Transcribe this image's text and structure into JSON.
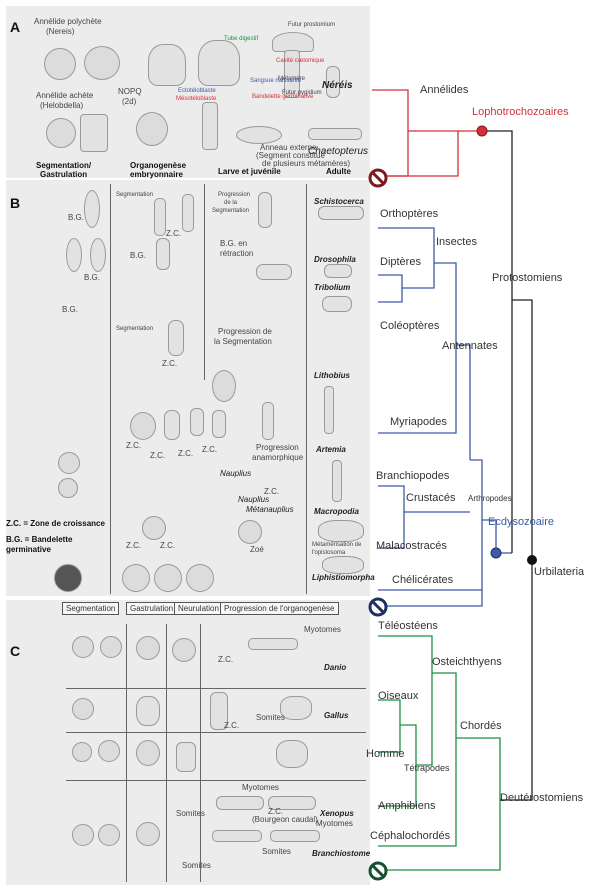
{
  "panels": {
    "A": {
      "letter": "A",
      "species": [
        "Annélide polychète",
        "(Nereis)",
        "Annélide achète",
        "(Helobdella)"
      ],
      "annotations": [
        "Tube digestif",
        "Futur prostomium",
        "Cavité cœlomique",
        "Métamère",
        "Futur pygidium",
        "Ectotéloblaste",
        "Mésotéloblaste",
        "Sangsue naissante",
        "Bandelette germinative",
        "NOPQ",
        "(2d)",
        "Anneau externe",
        "(Segment constitué",
        "de plusieurs métamères)"
      ],
      "genera": [
        "Néréis",
        "Chaetopterus"
      ],
      "stages": [
        "Segmentation/",
        "Gastrulation",
        "Organogenèse",
        "embryonnaire",
        "Larve et juvénile",
        "Adulte"
      ]
    },
    "B": {
      "letter": "B",
      "annotations": [
        "B.G.",
        "B.G.",
        "B.G.",
        "Segmentation",
        "Z.C.",
        "B.G.",
        "B.G. en",
        "rétraction",
        "Progression",
        "de la",
        "Segmentation",
        "Segmentation",
        "Progression de",
        "la Segmentation",
        "Z.C.",
        "Z.C.",
        "Z.C.",
        "Z.C.",
        "Z.C.",
        "Progression",
        "anamorphique",
        "Nauplius",
        "Z.C.",
        "Nauplius",
        "Métanauplius",
        "Z.C.",
        "Z.C.",
        "Zoé",
        "Métamérisation de",
        "l'opistosoma"
      ],
      "genera": [
        "Schistocerca",
        "Drosophila",
        "Tribolium",
        "Lithobius",
        "Artemia",
        "Macropodia",
        "Liphistiomorpha"
      ],
      "legend": [
        "Z.C. = Zone de croissance",
        "B.G. = Bandelette",
        "germinative"
      ]
    },
    "C": {
      "letter": "C",
      "stages": [
        "Segmentation",
        "Gastrulation",
        "Neurulation",
        "Progression de l'organogenèse"
      ],
      "annotations": [
        "Myotomes",
        "Z.C.",
        "Z.C.",
        "Somites",
        "Somites",
        "Myotomes",
        "Z.C.",
        "(Bourgeon caudal)",
        "Somites",
        "Myotomes",
        "Somites"
      ],
      "genera": [
        "Danio",
        "Gallus",
        "Xenopus",
        "Branchiostome"
      ]
    }
  },
  "tree": {
    "leaves": {
      "annelides": "Annélides",
      "orthopteres": "Orthoptères",
      "dipteres": "Diptères",
      "coleopteres": "Coléoptères",
      "myriapodes": "Myriapodes",
      "branchiopodes": "Branchiopodes",
      "malacostraces": "Malacostracés",
      "chelicerates": "Chélicérates",
      "teleosteens": "Téléostéens",
      "oiseaux": "Oiseaux",
      "homme": "Homme",
      "amphibiens": "Amphibiens",
      "cephalochordes": "Céphalochordés"
    },
    "clades": {
      "lophotrochozoaires": "Lophotrochozoaires",
      "insectes": "Insectes",
      "protostomiens": "Protostomiens",
      "antennates": "Antennates",
      "crustaces": "Crustacés",
      "arthropodes": "Arthropodes",
      "ecdysozoaire": "Ecdysozoaire",
      "urbilateria": "Urbilateria",
      "osteichthyens": "Osteichthyens",
      "chordes": "Chordés",
      "tetrapodes": "Tétrapodes",
      "deuterostomiens": "Deutérostomiens"
    },
    "colors": {
      "lophotrochozoa": "#d3313a",
      "ecdysozoa": "#3d5aa8",
      "deuterostomia": "#1e8f46",
      "root": "#222222"
    }
  }
}
